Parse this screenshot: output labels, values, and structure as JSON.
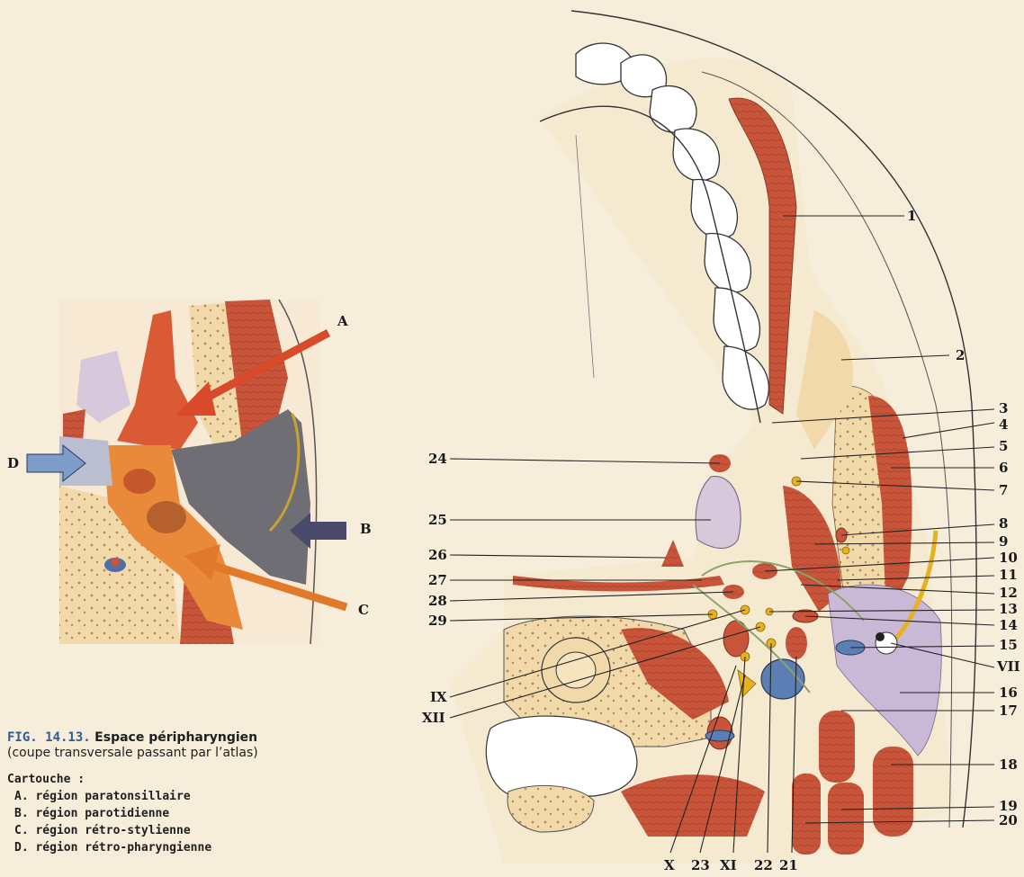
{
  "figure": {
    "number": "FIG. 14.13.",
    "title": "Espace péripharyngien",
    "subtitle": "(coupe transversale passant par l’atlas)"
  },
  "cartouche": {
    "title": "Cartouche :",
    "items": [
      "A. région paratonsillaire",
      "B. région parotidienne",
      "C. région rétro-stylienne",
      "D. région rétro-pharyngienne"
    ]
  },
  "inset_labels": [
    "A",
    "B",
    "C",
    "D"
  ],
  "right_labels": [
    "1",
    "2",
    "3",
    "4",
    "5",
    "6",
    "7",
    "8",
    "9",
    "10",
    "11",
    "12",
    "13",
    "14",
    "15",
    "VII",
    "16",
    "17",
    "18",
    "19",
    "20"
  ],
  "left_labels": [
    "24",
    "25",
    "26",
    "27",
    "28",
    "29",
    "IX",
    "XII"
  ],
  "bottom_labels": [
    "X",
    "23",
    "XI",
    "22",
    "21"
  ],
  "colors": {
    "muscle": "#c8553a",
    "fat": "#f1d9aa",
    "parotid": "#c9b8d6",
    "fascia": "#c7d6a4",
    "vein": "#5b7fb5",
    "nerve": "#e8b21e",
    "arrow_A": "#d84a2a",
    "arrow_B": "#4a4a6a",
    "arrow_C": "#e07a2a",
    "arrow_D": "#7d9cc7"
  }
}
